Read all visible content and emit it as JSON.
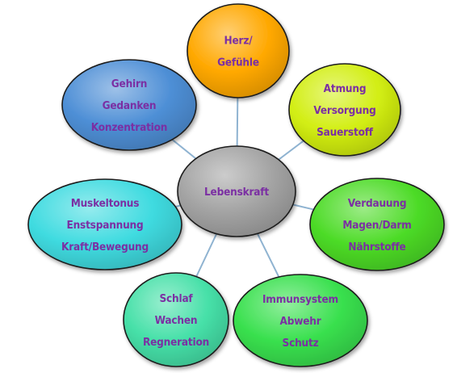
{
  "colors": {
    "text": "#7b2fa3",
    "connector": "#8fb3d1",
    "outline": "#1f1f1f"
  },
  "center": {
    "label": "Lebenskraft",
    "color": "#a3a3a3"
  },
  "nodes": [
    {
      "id": "herz",
      "lines": [
        "Herz/",
        "Gefühle"
      ],
      "color": "#ffa800"
    },
    {
      "id": "atmung",
      "lines": [
        "Atmung",
        "Versorgung",
        "Sauerstoff"
      ],
      "color": "#d2ee12"
    },
    {
      "id": "verdauung",
      "lines": [
        "Verdauung",
        "Magen/Darm",
        "Nährstoffe"
      ],
      "color": "#4cdb26"
    },
    {
      "id": "immunsystem",
      "lines": [
        "Immunsystem",
        "Abwehr",
        "Schutz"
      ],
      "color": "#39e04e"
    },
    {
      "id": "schlaf",
      "lines": [
        "Schlaf",
        "Wachen",
        "Regneration"
      ],
      "color": "#46e0a8"
    },
    {
      "id": "muskeltonus",
      "lines": [
        "Muskeltonus",
        "Enstspannung",
        "Kraft/Bewegung"
      ],
      "color": "#3fdbe0"
    },
    {
      "id": "gehirn",
      "lines": [
        "Gehirn",
        "Gedanken",
        "Konzentration"
      ],
      "color": "#4e8fd6"
    }
  ]
}
